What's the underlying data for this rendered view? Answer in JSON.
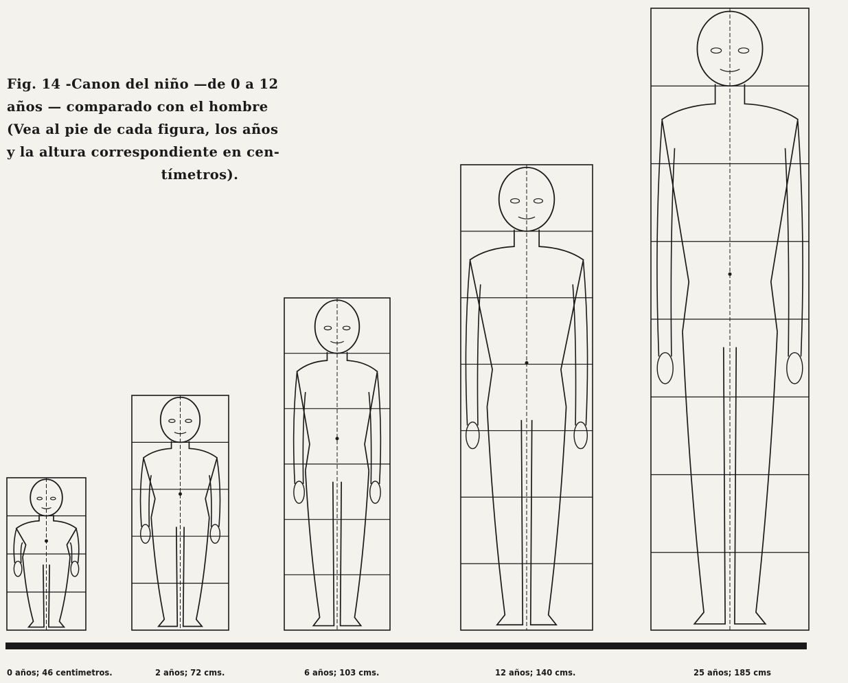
{
  "caption": {
    "lines": [
      "Fig. 14 -Canon del niño —de 0 a 12",
      "años — comparado con el hombre",
      "(Vea al pie de cada figura, los años",
      "y la altura correspondiente en cen-",
      "tímetros)."
    ]
  },
  "figures": [
    {
      "age_label": "0 años; 46 centimetros.",
      "age_years": 0,
      "height_cm": 46,
      "head_units": 4
    },
    {
      "age_label": "2 años; 72 cms.",
      "age_years": 2,
      "height_cm": 72,
      "head_units": 5
    },
    {
      "age_label": "6 años; 103 cms.",
      "age_years": 6,
      "height_cm": 103,
      "head_units": 6
    },
    {
      "age_label": "12 años; 140 cms.",
      "age_years": 12,
      "height_cm": 140,
      "head_units": 7
    },
    {
      "age_label": "25 años; 185 cms",
      "age_years": 25,
      "height_cm": 185,
      "head_units": 8
    }
  ],
  "colors": {
    "ink": "#1a1a1a",
    "paper": "#f4f2ed"
  }
}
